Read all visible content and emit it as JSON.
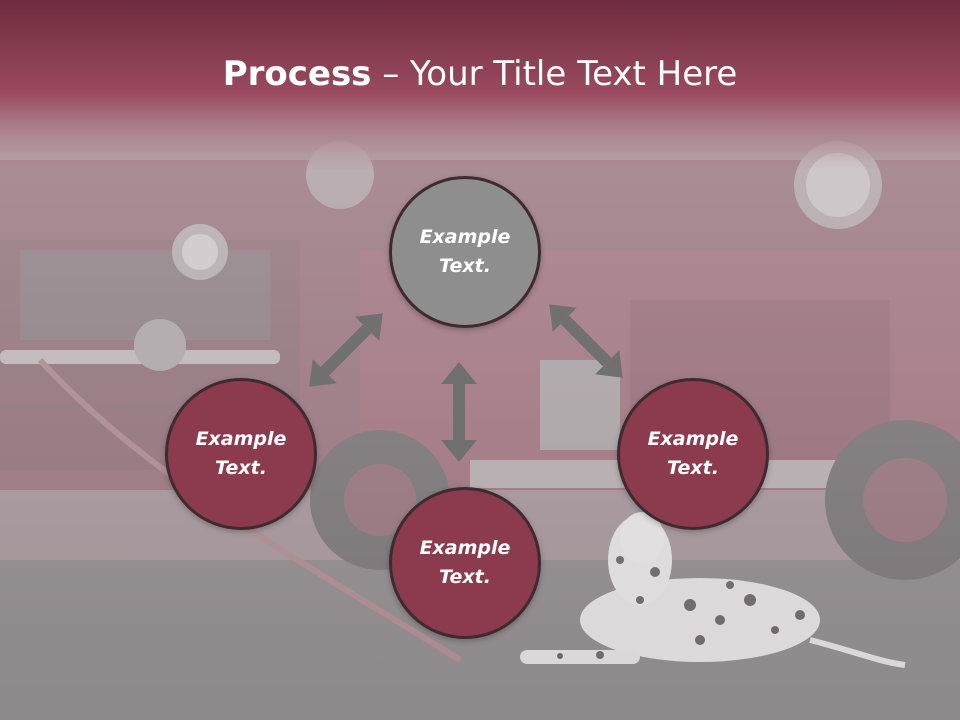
{
  "title": {
    "bold": "Process",
    "rest": " – Your Title Text Here"
  },
  "nodes": {
    "top": {
      "label": "Example\nText."
    },
    "left": {
      "label": "Example\nText."
    },
    "right": {
      "label": "Example\nText."
    },
    "bottom": {
      "label": "Example\nText."
    }
  },
  "colors": {
    "header_band": "#8c3a4e",
    "node_fill": "#8c3a4e",
    "center_node_fill": "#8e8e8e",
    "node_border": "#3e2b30",
    "arrow": "#707070"
  },
  "background_image": "fire-truck-with-dalmatian"
}
